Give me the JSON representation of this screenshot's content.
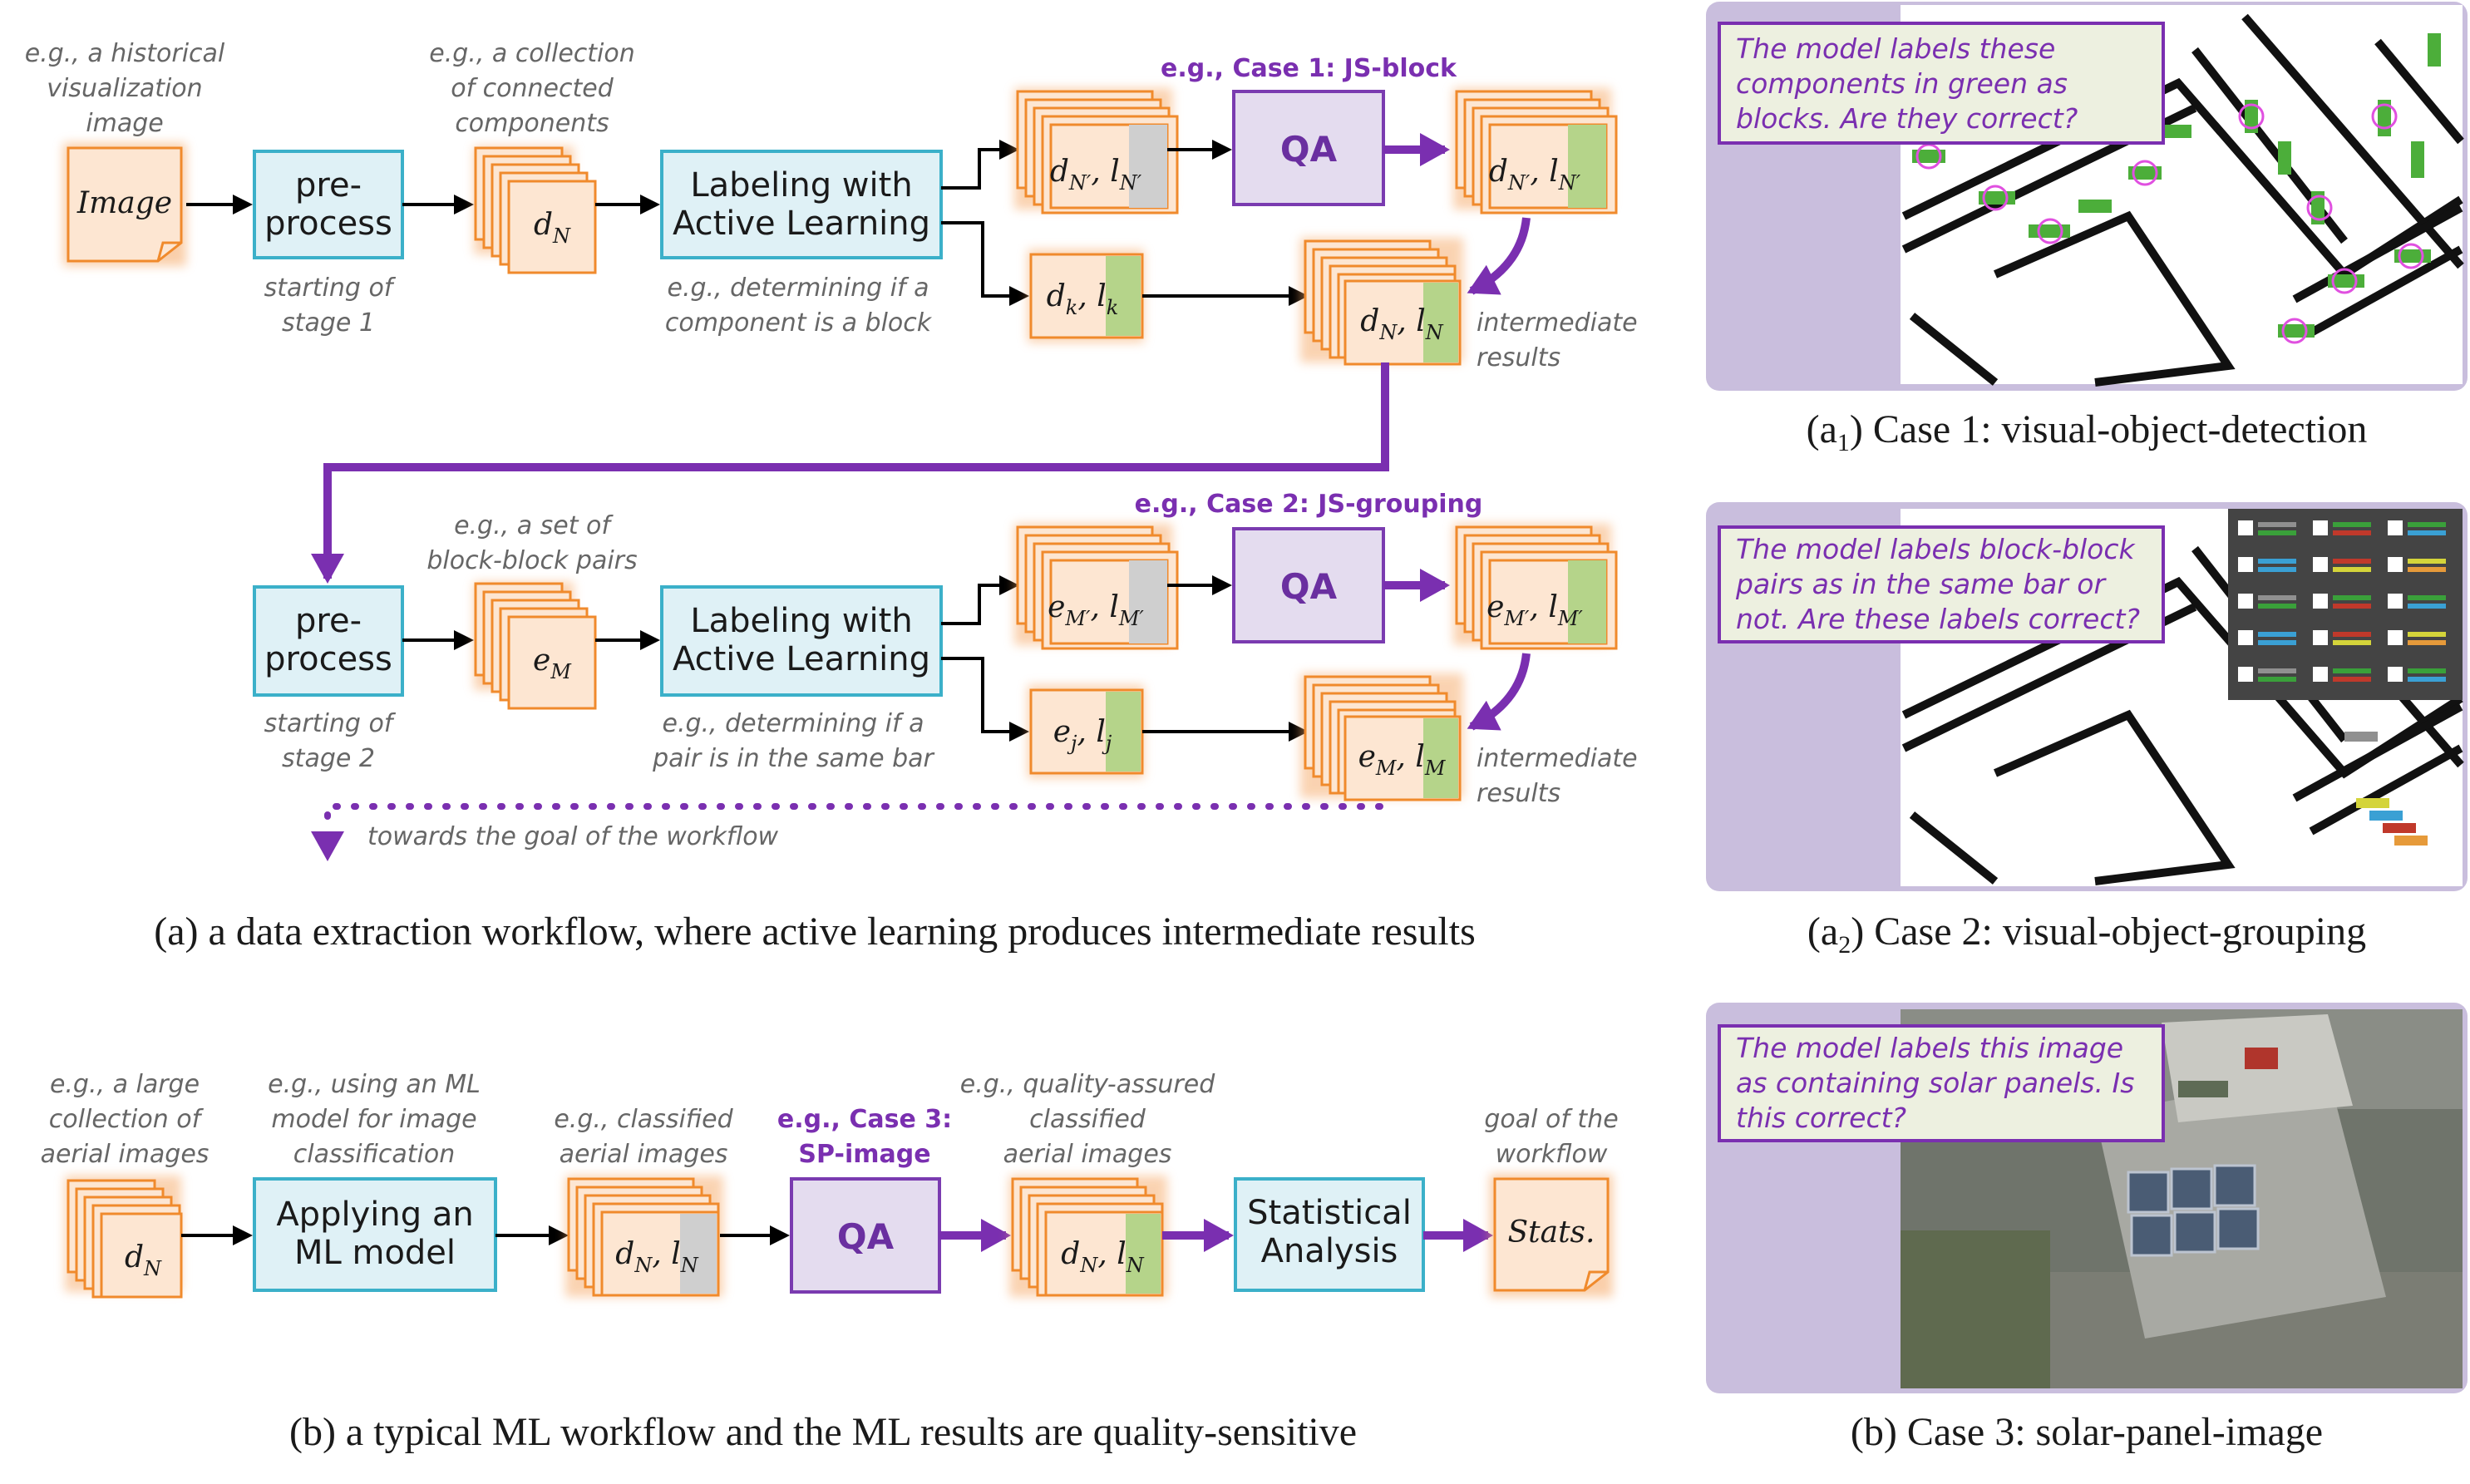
{
  "workflow_a": {
    "notes": {
      "hist_1": "e.g., a historical",
      "hist_2": "visualization",
      "hist_3": "image",
      "conn_1": "e.g., a collection",
      "conn_2": "of connected",
      "conn_3": "components",
      "stage1_1": "starting of",
      "stage1_2": "stage 1",
      "det_1": "e.g., determining if a",
      "det_2": "component is a block",
      "inter1_1": "intermediate",
      "inter1_2": "results",
      "pairs_1": "e.g., a set of",
      "pairs_2": "block-block pairs",
      "stage2_1": "starting of",
      "stage2_2": "stage 2",
      "det2_1": "e.g., determining if a",
      "det2_2": "pair is in the same bar",
      "inter2_1": "intermediate",
      "inter2_2": "results",
      "towards": "towards the goal of the workflow"
    },
    "image_label": "Image",
    "preprocess": [
      "pre-",
      "process"
    ],
    "labeling": [
      "Labeling with",
      "Active Learning"
    ],
    "qa": "QA",
    "case1": "e.g., Case 1: JS-block",
    "case2": "e.g., Case 2: JS-grouping",
    "caption": "(a) a data extraction workflow, where active learning produces intermediate results"
  },
  "workflow_b": {
    "notes": {
      "aer_1": "e.g., a large",
      "aer_2": "collection of",
      "aer_3": "aerial images",
      "ml_1": "e.g., using an ML",
      "ml_2": "model for image",
      "ml_3": "classification",
      "cls_1": "e.g., classified",
      "cls_2": "aerial images",
      "qac_1": "e.g., quality-assured",
      "qac_2": "classified",
      "qac_3": "aerial images",
      "goal_1": "goal of the",
      "goal_2": "workflow"
    },
    "case3": [
      "e.g., Case 3:",
      "SP-image"
    ],
    "apply": [
      "Applying an",
      "ML model"
    ],
    "qa": "QA",
    "stat": [
      "Statistical",
      "Analysis"
    ],
    "stats_label": "Stats.",
    "caption": "(b) a typical ML workflow and the ML results are quality-sensitive"
  },
  "panels": {
    "p1_question": [
      "The model labels these",
      "components in green as",
      "blocks. Are they correct?"
    ],
    "p1_caption_pre": "(a",
    "p1_caption_sub": "1",
    "p1_caption_post": ") Case 1: visual-object-detection",
    "p2_question": [
      "The model labels block-block",
      "pairs as in the same bar or",
      "not. Are these labels correct?"
    ],
    "p2_caption_pre": "(a",
    "p2_caption_sub": "2",
    "p2_caption_post": ") Case 2: visual-object-grouping",
    "p3_question": [
      "The model labels this image",
      "as containing solar panels. Is",
      "this correct?"
    ],
    "p3_caption": "(b) Case 3: solar-panel-image"
  },
  "colors": {
    "purple": "#7a2fb0",
    "box_fill": "#dff1f6",
    "box_stroke": "#3bb0c9",
    "card_fill": "#fde6d2",
    "card_stroke": "#f08a2c",
    "label_green": "#b5d48a",
    "label_gray": "#cfcfcf"
  }
}
